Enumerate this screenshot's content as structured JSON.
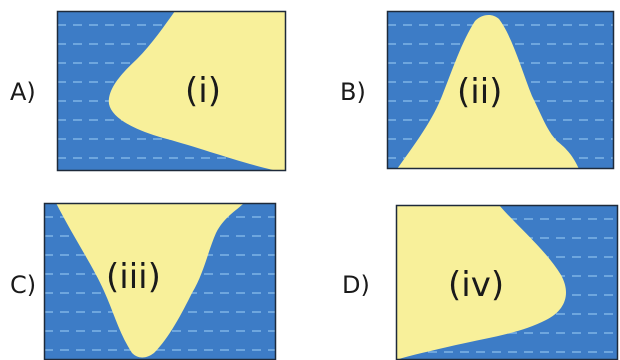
{
  "colors": {
    "water": "#3d7cc6",
    "water_dash": "#7fb3e6",
    "land": "#f8f09a",
    "border": "#1e2a3a"
  },
  "panels": [
    {
      "letter": "A)",
      "numeral": "(i)"
    },
    {
      "letter": "B)",
      "numeral": "(ii)"
    },
    {
      "letter": "C)",
      "numeral": "(iii)"
    },
    {
      "letter": "D)",
      "numeral": "(iv)"
    }
  ]
}
